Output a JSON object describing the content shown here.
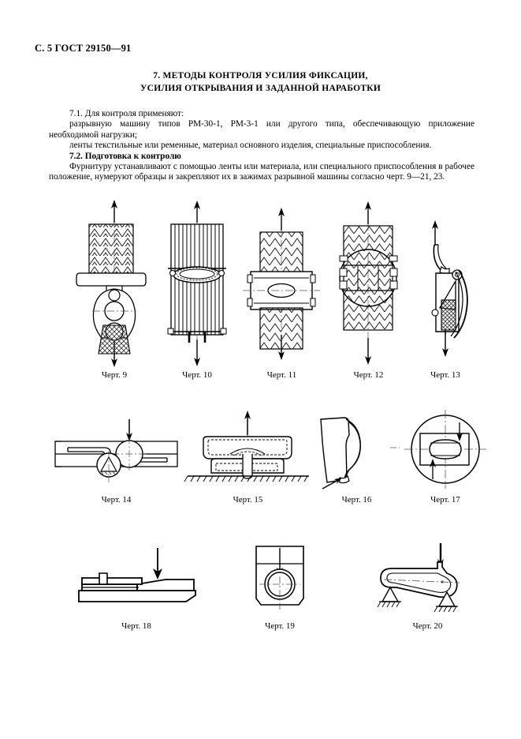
{
  "header": {
    "page_mark": "С. 5 ГОСТ 29150—91"
  },
  "title": {
    "line1": "7.  МЕТОДЫ КОНТРОЛЯ УСИЛИЯ ФИКСАЦИИ,",
    "line2": "УСИЛИЯ ОТКРЫВАНИЯ И ЗАДАННОЙ НАРАБОТКИ"
  },
  "body": {
    "p1": "7.1.  Для контроля применяют:",
    "p2": "разрывную машину типов РМ-30-1, РМ-3-1 или другого типа, обеспечивающую приложение необходимой нагрузки;",
    "p3": "ленты текстильные или ременные, материал основного изделия, специальные приспособления.",
    "p4_bold": "7.2.  Подготовка к контролю",
    "p5": "Фурнитуру устанавливают с помощью ленты или материала, или специального приспособления в рабочее положение, нумеруют образцы и закрепляют их в зажимах разрывной машины согласно черт. 9—21, 23."
  },
  "figures": {
    "row1": [
      {
        "id": "fig-9",
        "caption": "Черт. 9",
        "description": "zipper-slider-in-clamps-vertical-tension"
      },
      {
        "id": "fig-10",
        "caption": "Черт. 10",
        "description": "striped-tape-with-ring-vertical-tension"
      },
      {
        "id": "fig-11",
        "caption": "Черт. 11",
        "description": "buckle-on-webbing-vertical-tension"
      },
      {
        "id": "fig-12",
        "caption": "Черт. 12",
        "description": "snap-fasteners-with-ring-on-webbing"
      },
      {
        "id": "fig-13",
        "caption": "Черт. 13",
        "description": "lever-clamp-carabiner"
      }
    ],
    "row2": [
      {
        "id": "fig-14",
        "caption": "Черт. 14",
        "description": "horizontal-zipper-two-circles-downward-load"
      },
      {
        "id": "fig-15",
        "caption": "Черт. 15",
        "description": "snap-button-cap-and-socket-on-base"
      },
      {
        "id": "fig-16",
        "caption": "Черт. 16",
        "description": "hook-profile-with-pointer-arrow"
      },
      {
        "id": "fig-17",
        "caption": "Черт. 17",
        "description": "circular-eyelet-with-opposed-arrows"
      }
    ],
    "row3": [
      {
        "id": "fig-18",
        "caption": "Черт. 18",
        "description": "side-profile-buckle-downward-load"
      },
      {
        "id": "fig-19",
        "caption": "Черт. 19",
        "description": "square-plate-eyelet-downward-load"
      },
      {
        "id": "fig-20",
        "caption": "Черт. 20",
        "description": "link-on-two-supports-downward-load"
      }
    ]
  },
  "colors": {
    "ink": "#000000",
    "paper": "#ffffff",
    "hatch": "#333333"
  }
}
